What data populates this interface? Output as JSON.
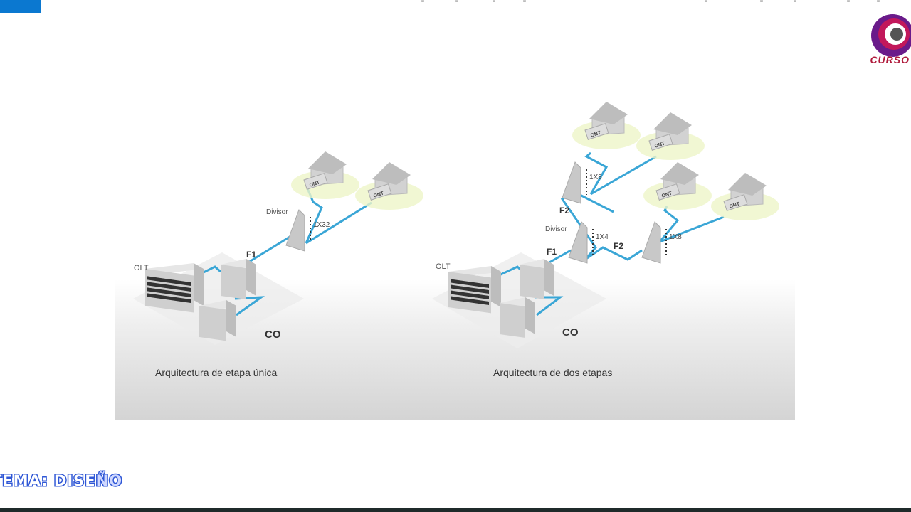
{
  "colors": {
    "fiber": "#3aa6d6",
    "accent_tab": "#0b78d0",
    "banner_stroke": "#2f57d6"
  },
  "toolbar_icons": [
    "back-icon",
    "save-icon",
    "heart-icon",
    "pen-icon",
    "plus-icon",
    "refresh-icon",
    "rocket-icon",
    "share-icon",
    "window-icon"
  ],
  "logo": {
    "text": "CURSO"
  },
  "left_diagram": {
    "caption": "Arquitectura de etapa única",
    "olt": "OLT",
    "co": "CO",
    "divisor": "Divisor",
    "feeder": "F1",
    "split": "1X32",
    "ont": "ONT"
  },
  "right_diagram": {
    "caption": "Arquitectura de dos etapas",
    "olt": "OLT",
    "co": "CO",
    "divisor": "Divisor",
    "feeder": "F1",
    "split_first": "1X4",
    "split_second_top": "1X8",
    "split_second_bottom": "1X8",
    "distribution_top": "F2",
    "distribution_bottom": "F2",
    "ont": "ONT"
  },
  "banner": {
    "text": "TEMA: DISE",
    "tail": "ÑO"
  }
}
